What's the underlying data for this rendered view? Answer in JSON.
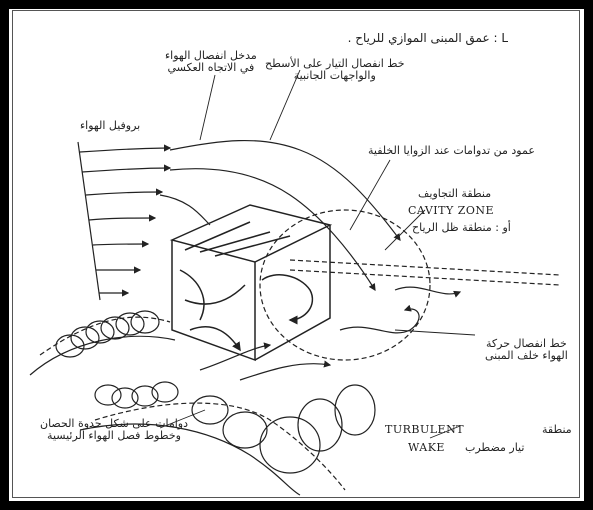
{
  "title": "L : عمق المبنى الموازي للرياح .",
  "labels": {
    "reverse_flow": [
      "مدخل انفصال الهواء",
      "في الاتجاه العكسي"
    ],
    "separation_line": [
      "خط انفصال التيار على الأسطح",
      "والواجهات الجانبية"
    ],
    "wind_profile": "بروفيل الهواء",
    "rear_vortex": "عمود من تدوامات عند الزوايا الخلفية",
    "cavity_ar": "منطقة التجاويف",
    "cavity_en": "CAVITY ZONE",
    "cavity_sub": "أو : منطقة ظل الرياح",
    "wake_line": [
      "خط انفصال حركة",
      "الهواء خلف المبنى"
    ],
    "horseshoe": [
      "دوامات على شكل حدوة الحصان",
      "وخطوط فصل الهواء الرئيسية"
    ],
    "turbulent_en": "TURBULENT",
    "turbulent_ar": "منطقة",
    "wake_en": "WAKE",
    "wake_ar": "تيار مضطرب"
  },
  "colors": {
    "frame": "#000000",
    "ink": "#222222"
  }
}
